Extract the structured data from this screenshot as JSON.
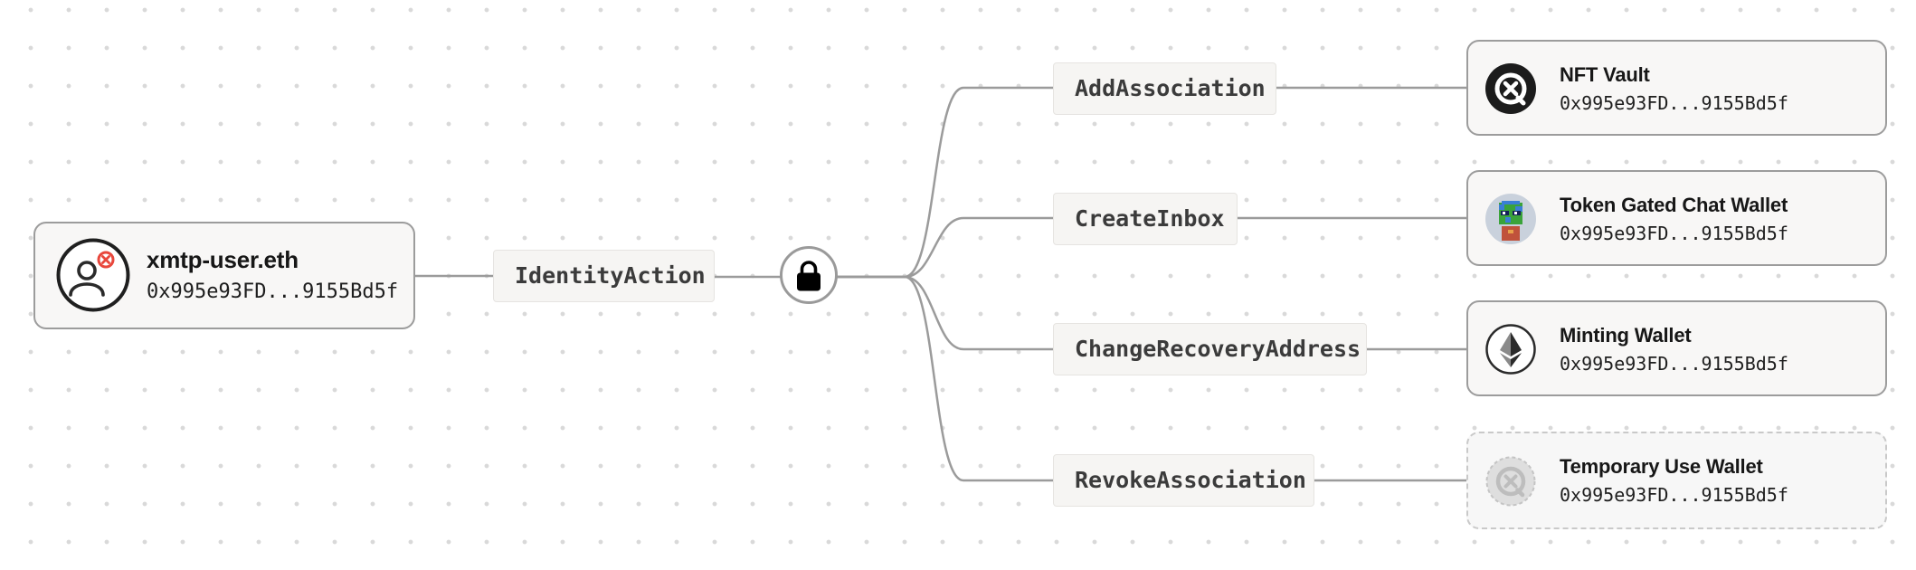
{
  "identity": {
    "name": "xmtp-user.eth",
    "address": "0x995e93FD...9155Bd5f",
    "icon": "xmtp-user-icon"
  },
  "root_action": "IdentityAction",
  "lock_icon": "lock-icon",
  "actions": [
    {
      "label": "AddAssociation"
    },
    {
      "label": "CreateInbox"
    },
    {
      "label": "ChangeRecoveryAddress"
    },
    {
      "label": "RevokeAssociation"
    }
  ],
  "wallets": [
    {
      "name": "NFT Vault",
      "address": "0x995e93FD...9155Bd5f",
      "icon": "xmtp-logo-icon",
      "revoked": false
    },
    {
      "name": "Token Gated Chat Wallet",
      "address": "0x995e93FD...9155Bd5f",
      "icon": "pixel-avatar-icon",
      "revoked": false
    },
    {
      "name": "Minting Wallet",
      "address": "0x995e93FD...9155Bd5f",
      "icon": "ethereum-icon",
      "revoked": false
    },
    {
      "name": "Temporary Use Wallet",
      "address": "0x995e93FD...9155Bd5f",
      "icon": "xmtp-logo-faded-icon",
      "revoked": true
    }
  ],
  "colors": {
    "connector": "#9b9b9b",
    "card_border": "#9c9c9c",
    "accent": "#e8473c",
    "node_background": "#f6f5f3"
  }
}
